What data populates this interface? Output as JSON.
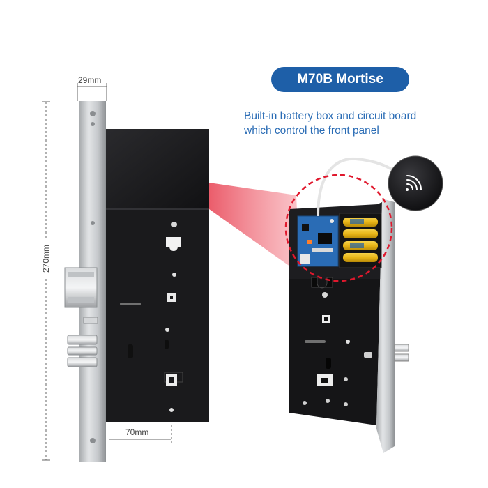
{
  "product": {
    "title": "M70B Mortise",
    "description_line1": "Built-in battery box and circuit board",
    "description_line2": "which control the front panel"
  },
  "dimensions": {
    "width_top": "29mm",
    "height_left": "270mm",
    "width_bottom": "70mm"
  },
  "colors": {
    "title_bg": "#1e5fa8",
    "title_text": "#ffffff",
    "description_text": "#2a6cb5",
    "highlight_red": "#e0182d",
    "lock_body": "#1b1b1d",
    "faceplate": "#c9cbcd"
  },
  "icons": {
    "front_panel": "wifi-signal-icon",
    "battery": "battery-icon",
    "circuit": "circuit-board-icon"
  }
}
